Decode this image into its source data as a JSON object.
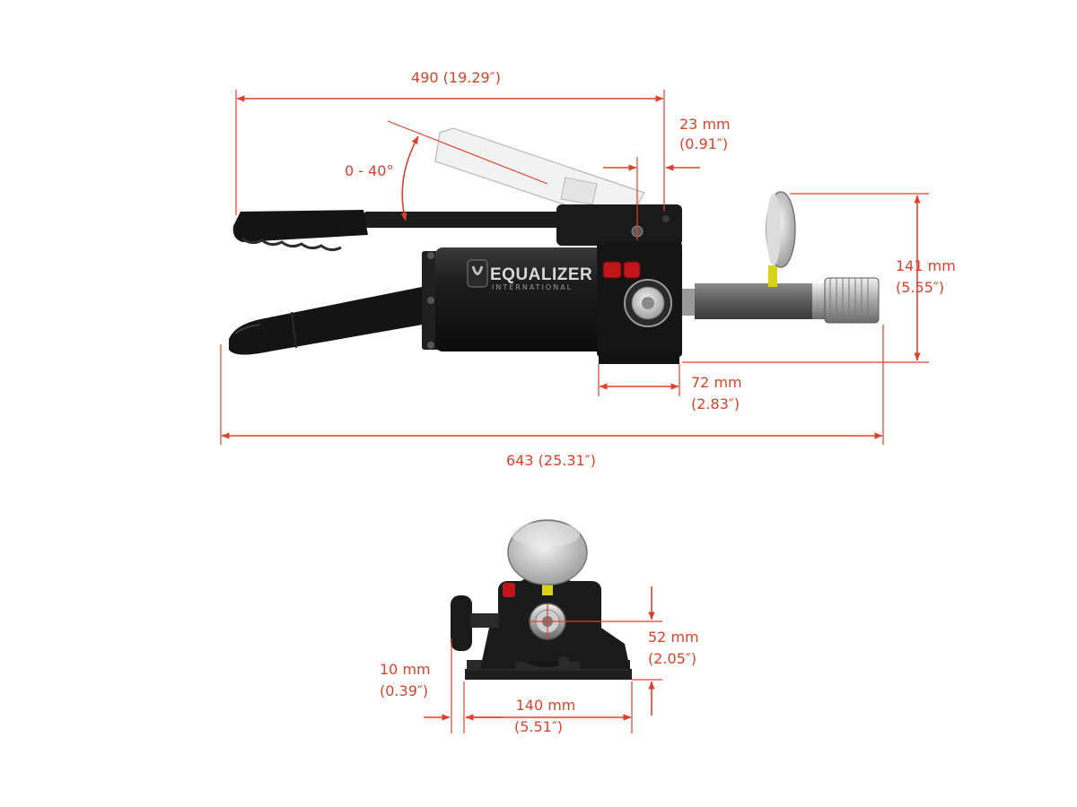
{
  "brand": {
    "name": "EQUALIZER",
    "subtitle": "INTERNATIONAL"
  },
  "dimensions": {
    "handle_length": "490 (19.29″)",
    "handle_angle": "0 - 40°",
    "pivot_offset_mm": "23 mm",
    "pivot_offset_in": "(0.91″)",
    "height_mm": "141 mm",
    "height_in": "(5.55″)",
    "base_length_mm": "72 mm",
    "base_length_in": "(2.83″)",
    "overall_length": "643 (25.31″)",
    "outlet_height_mm": "52 mm",
    "outlet_height_in": "(2.05″)",
    "base_lip_mm": "10 mm",
    "base_lip_in": "(0.39″)",
    "base_width_mm": "140 mm",
    "base_width_in": "(5.51″)"
  },
  "colors": {
    "dimension": "#e0402a",
    "body": "#1a1a1a",
    "metal": "#c8c8c8",
    "accent_red": "#c0161b",
    "hose_yellow": "#d9d21a"
  }
}
